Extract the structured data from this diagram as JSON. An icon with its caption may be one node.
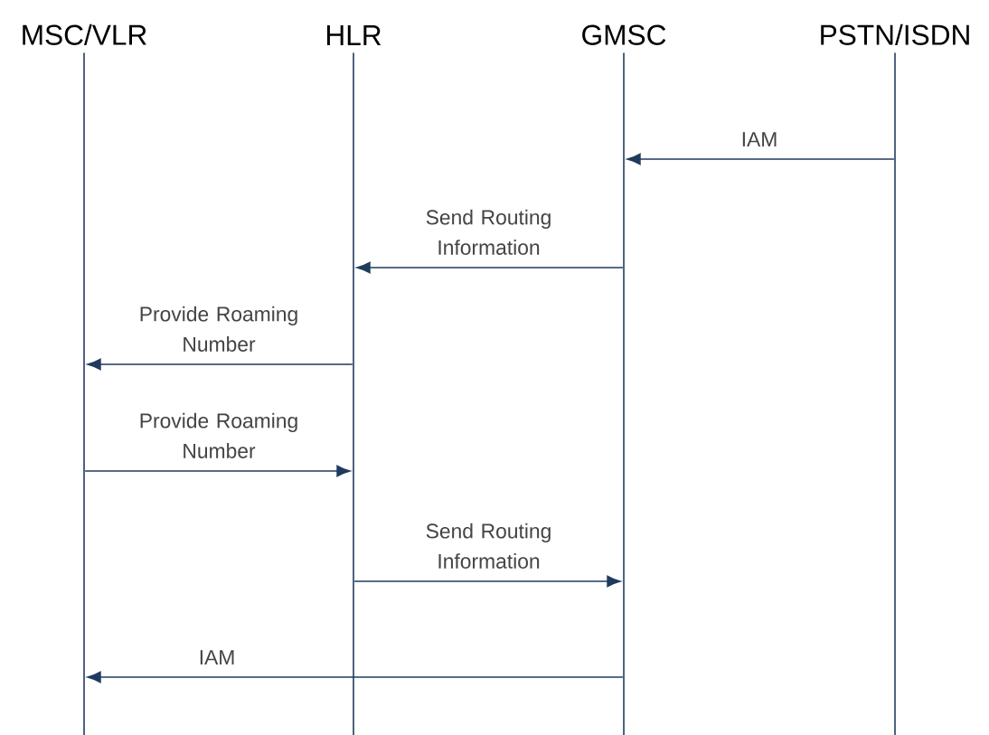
{
  "diagram": {
    "nodes": [
      {
        "text": [],
        "shape": "line",
        "beside": [
          "MSC/VLR"
        ]
      },
      {
        "text": [],
        "shape": "line",
        "beside": [
          "HLR"
        ]
      },
      {
        "text": [],
        "shape": "line",
        "beside": [
          "GMSC"
        ]
      },
      {
        "text": [],
        "shape": "line",
        "beside": [
          "PSTN/ISDN"
        ]
      }
    ],
    "edges": [
      {
        "from": 3,
        "to": 2,
        "arrow": "to",
        "label": "IAM"
      },
      {
        "from": 2,
        "to": 1,
        "arrow": "to",
        "label": "Send Routing Information"
      },
      {
        "from": 1,
        "to": 0,
        "arrow": "to",
        "label": "Provide Roaming Number"
      },
      {
        "from": 0,
        "to": 1,
        "arrow": "to",
        "label": "Provide Roaming Number"
      },
      {
        "from": 1,
        "to": 2,
        "arrow": "to",
        "label": "Send Routing Information"
      },
      {
        "from": 2,
        "to": 0,
        "arrow": "to",
        "label": "IAM"
      }
    ]
  }
}
